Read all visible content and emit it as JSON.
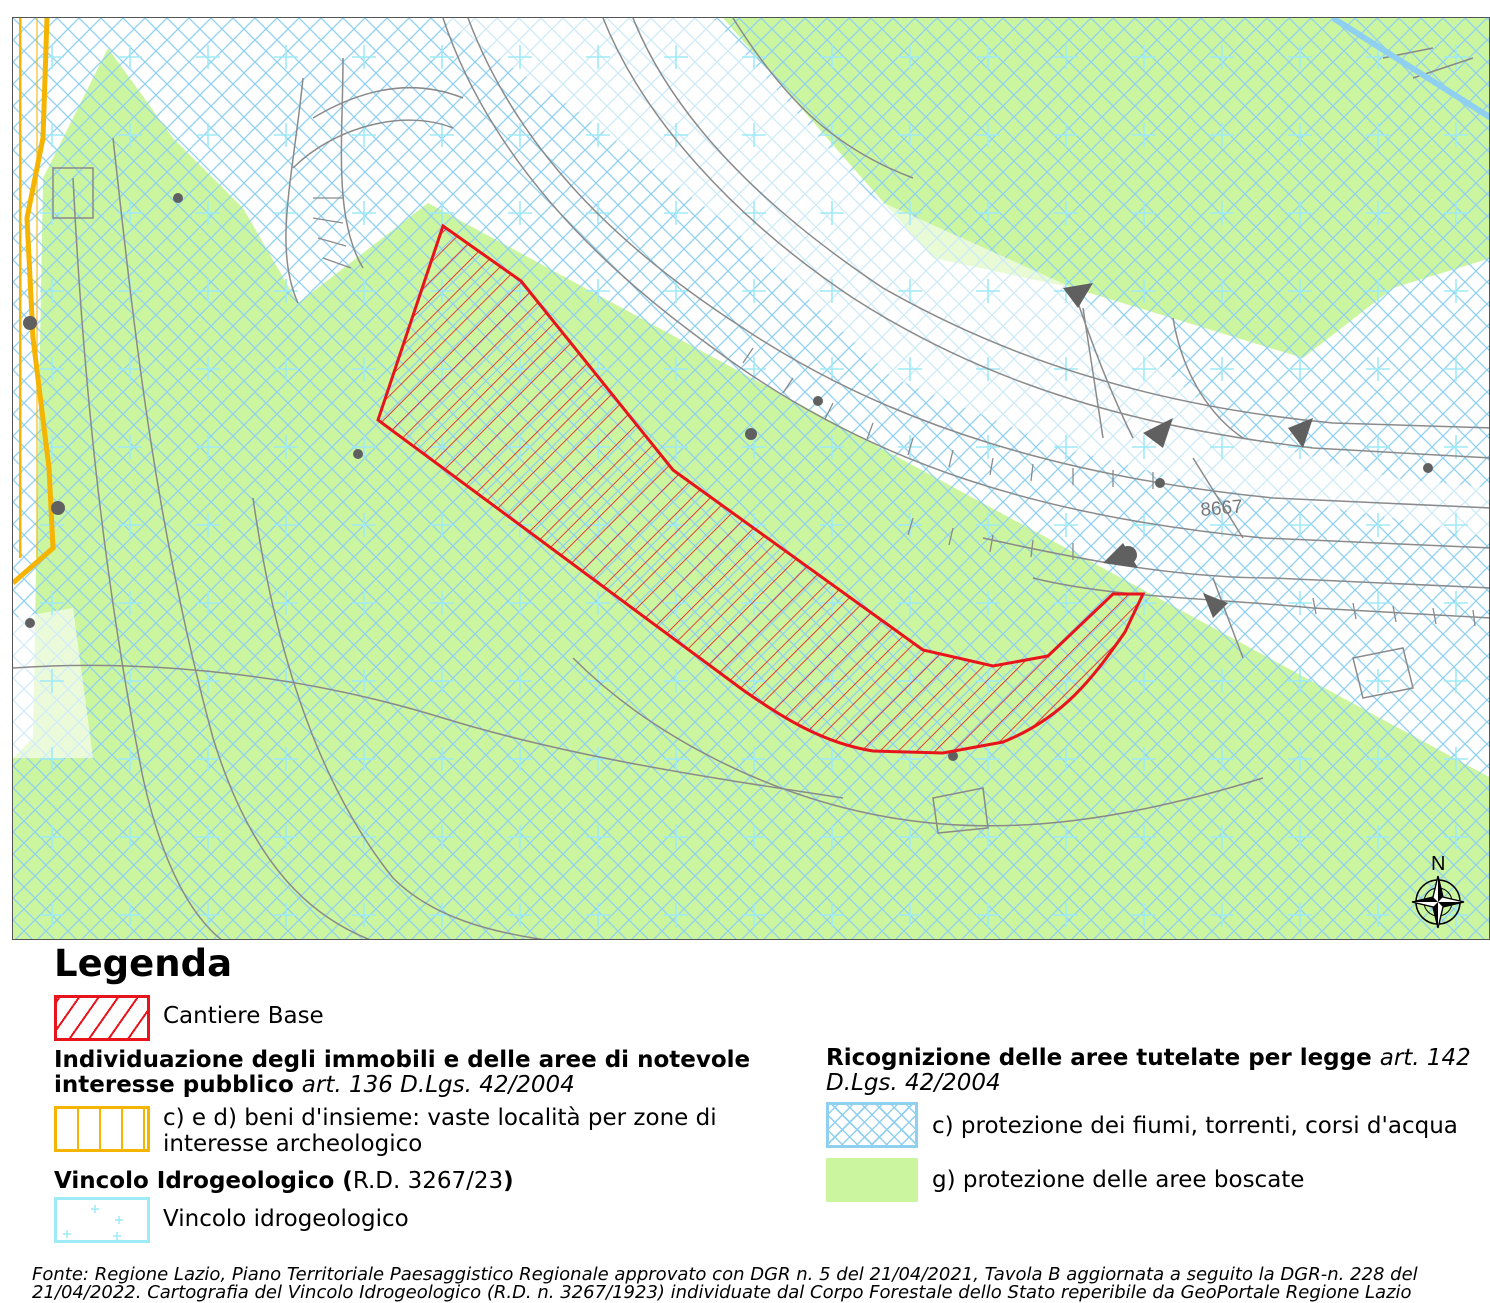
{
  "map": {
    "road_label": "8667",
    "north_label": "N"
  },
  "legend": {
    "title": "Legenda",
    "cantiere_label": "Cantiere Base",
    "section1_title_bold_a": "Individuazione degli immobili e delle aree di notevole",
    "section1_title_bold_b": "interesse pubblico",
    "section1_title_italic": "art. 136 D.Lgs. 42/2004",
    "beni_label_line1": "c) e d) beni d'insieme: vaste località per zone di",
    "beni_label_line2": "interesse archeologico",
    "section2_title_bold_a": "Vincolo Idrogeologico (",
    "section2_title_normal": "R.D. 3267/23",
    "section2_title_bold_b": ")",
    "vincolo_label": "Vincolo idrogeologico",
    "section3_title_bold": "Ricognizione delle aree tutelate per legge",
    "section3_title_italic_a": "art. 142",
    "section3_title_italic_b": "D.Lgs. 42/2004",
    "fiumi_label": "c) protezione dei fiumi, torrenti, corsi d'acqua",
    "boscate_label": "g) protezione delle aree boscate"
  },
  "source": {
    "line1": "Fonte: Regione Lazio, Piano Territoriale Paesaggistico Regionale approvato con DGR n. 5 del 21/04/2021, Tavola B aggiornata a seguito la DGR-n. 228 del",
    "line2": "21/04/2022. Cartografia del Vincolo Idrogeologico (R.D. n. 3267/1923) individuate dal Corpo Forestale dello Stato reperibile da GeoPortale Regione Lazio"
  },
  "colors": {
    "cantiere": "#e8141c",
    "beni_insieme": "#f5b400",
    "fiumi_hatch": "#8fd0f0",
    "boscate": "#ccf5a0",
    "vincolo": "#9feaf7"
  }
}
